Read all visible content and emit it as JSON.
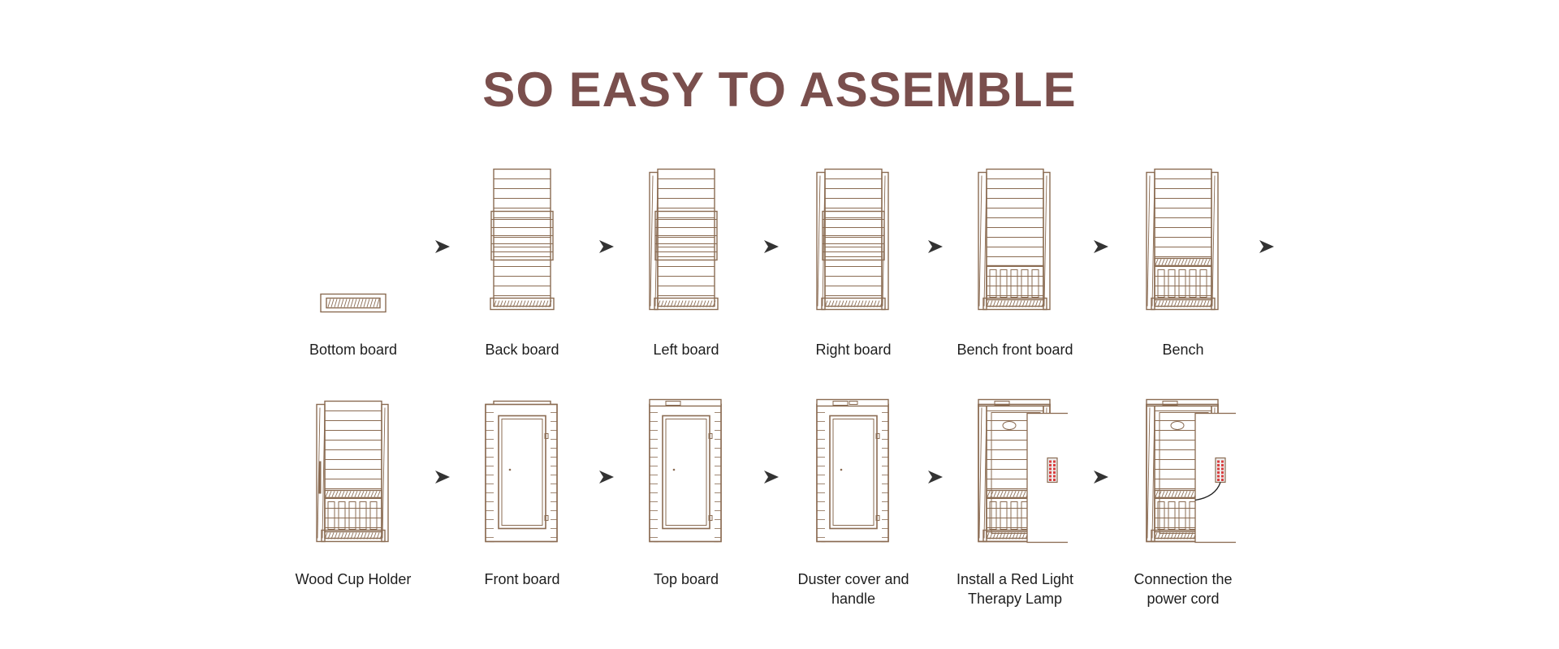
{
  "title": "SO EASY TO ASSEMBLE",
  "colors": {
    "title": "#7a4f4d",
    "line": "#8a6b52",
    "arrow": "#333333",
    "lamp": "#d94040"
  },
  "steps": [
    {
      "label": "Bottom board",
      "stage": 0
    },
    {
      "label": "Back board",
      "stage": 1
    },
    {
      "label": "Left board",
      "stage": 2
    },
    {
      "label": "Right board",
      "stage": 3
    },
    {
      "label": "Bench front board",
      "stage": 4
    },
    {
      "label": "Bench",
      "stage": 5
    },
    {
      "label": "Wood Cup Holder",
      "stage": 6
    },
    {
      "label": "Front board",
      "stage": 7
    },
    {
      "label": "Top board",
      "stage": 8
    },
    {
      "label": "Duster cover and handle",
      "stage": 9
    },
    {
      "label": "Install a Red Light Therapy Lamp",
      "stage": 10
    },
    {
      "label": "Connection the power cord",
      "stage": 11
    }
  ],
  "arrow_icon": "chevron-right-icon"
}
